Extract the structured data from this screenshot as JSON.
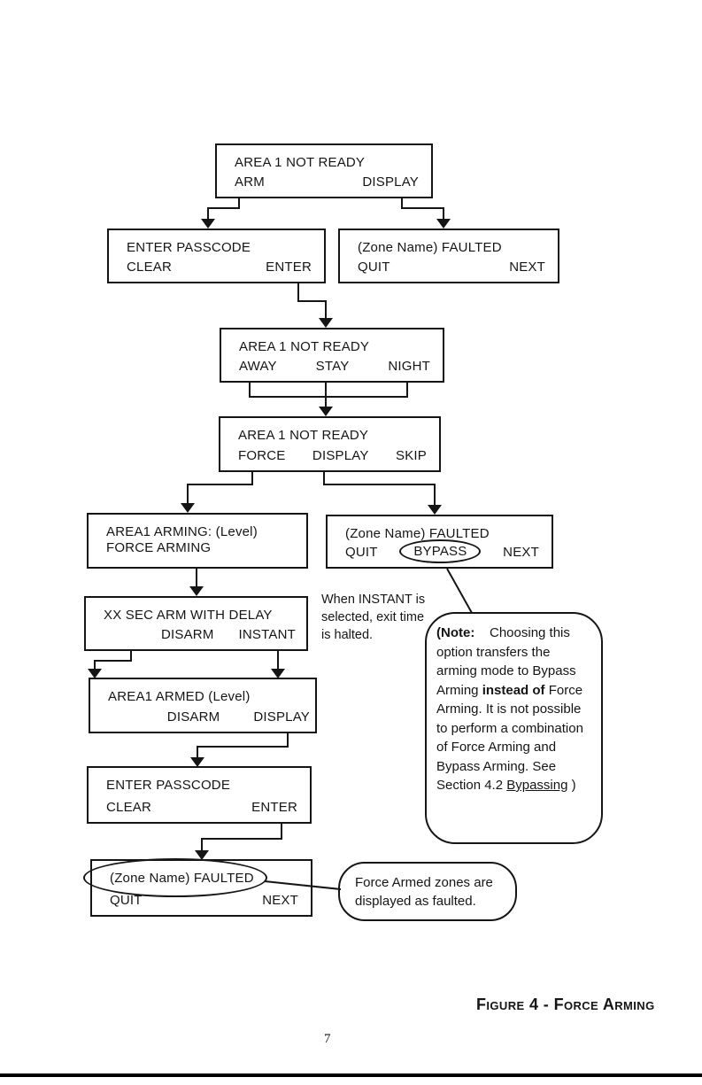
{
  "page": {
    "figure_caption": "Figure 4 - Force Arming",
    "page_number": "7"
  },
  "boxes": {
    "area1_not_ready_arm": {
      "title": "AREA 1 NOT READY",
      "key_left": "ARM",
      "key_right": "DISPLAY"
    },
    "enter_passcode_1": {
      "title": "ENTER PASSCODE",
      "key_left": "CLEAR",
      "key_right": "ENTER"
    },
    "zone_faulted_1": {
      "title": "(Zone Name) FAULTED",
      "key_left": "QUIT",
      "key_right": "NEXT"
    },
    "area1_not_ready_levels": {
      "title": "AREA 1 NOT READY",
      "key_left": "AWAY",
      "key_mid": "STAY",
      "key_right": "NIGHT"
    },
    "area1_not_ready_force": {
      "title": "AREA 1 NOT READY",
      "key_left": "FORCE",
      "key_mid": "DISPLAY",
      "key_right": "SKIP"
    },
    "area1_arming": {
      "title": "AREA1 ARMING: (Level)",
      "subtitle": "FORCE ARMING"
    },
    "zone_faulted_bypass": {
      "title": "(Zone Name) FAULTED",
      "key_left": "QUIT",
      "key_mid": "BYPASS",
      "key_right": "NEXT"
    },
    "arm_with_delay": {
      "title": "XX SEC ARM WITH DELAY",
      "key_mid": "DISARM",
      "key_right": "INSTANT"
    },
    "area1_armed": {
      "title": "AREA1 ARMED (Level)",
      "key_mid": "DISARM",
      "key_right": "DISPLAY"
    },
    "enter_passcode_2": {
      "title": "ENTER PASSCODE",
      "key_left": "CLEAR",
      "key_right": "ENTER"
    },
    "zone_faulted_2": {
      "title": "(Zone Name) FAULTED",
      "key_left": "QUIT",
      "key_right": "NEXT"
    }
  },
  "annotations": {
    "instant_note": "When INSTANT is\nselected, exit time\nis halted.",
    "note_bubble": {
      "bold_open": "(Note:",
      "text1": "    Choosing this option transfers the arming mode to Bypass Arming ",
      "bold_mid": "instead of",
      "text2": " Force Arming.  It is not possible to perform a combination of Force Arming and Bypass Arming. See Section 4.2 ",
      "underline": "Bypassing",
      "close": " )"
    },
    "faulted_bubble": "Force Armed zones are\ndisplayed as faulted."
  }
}
